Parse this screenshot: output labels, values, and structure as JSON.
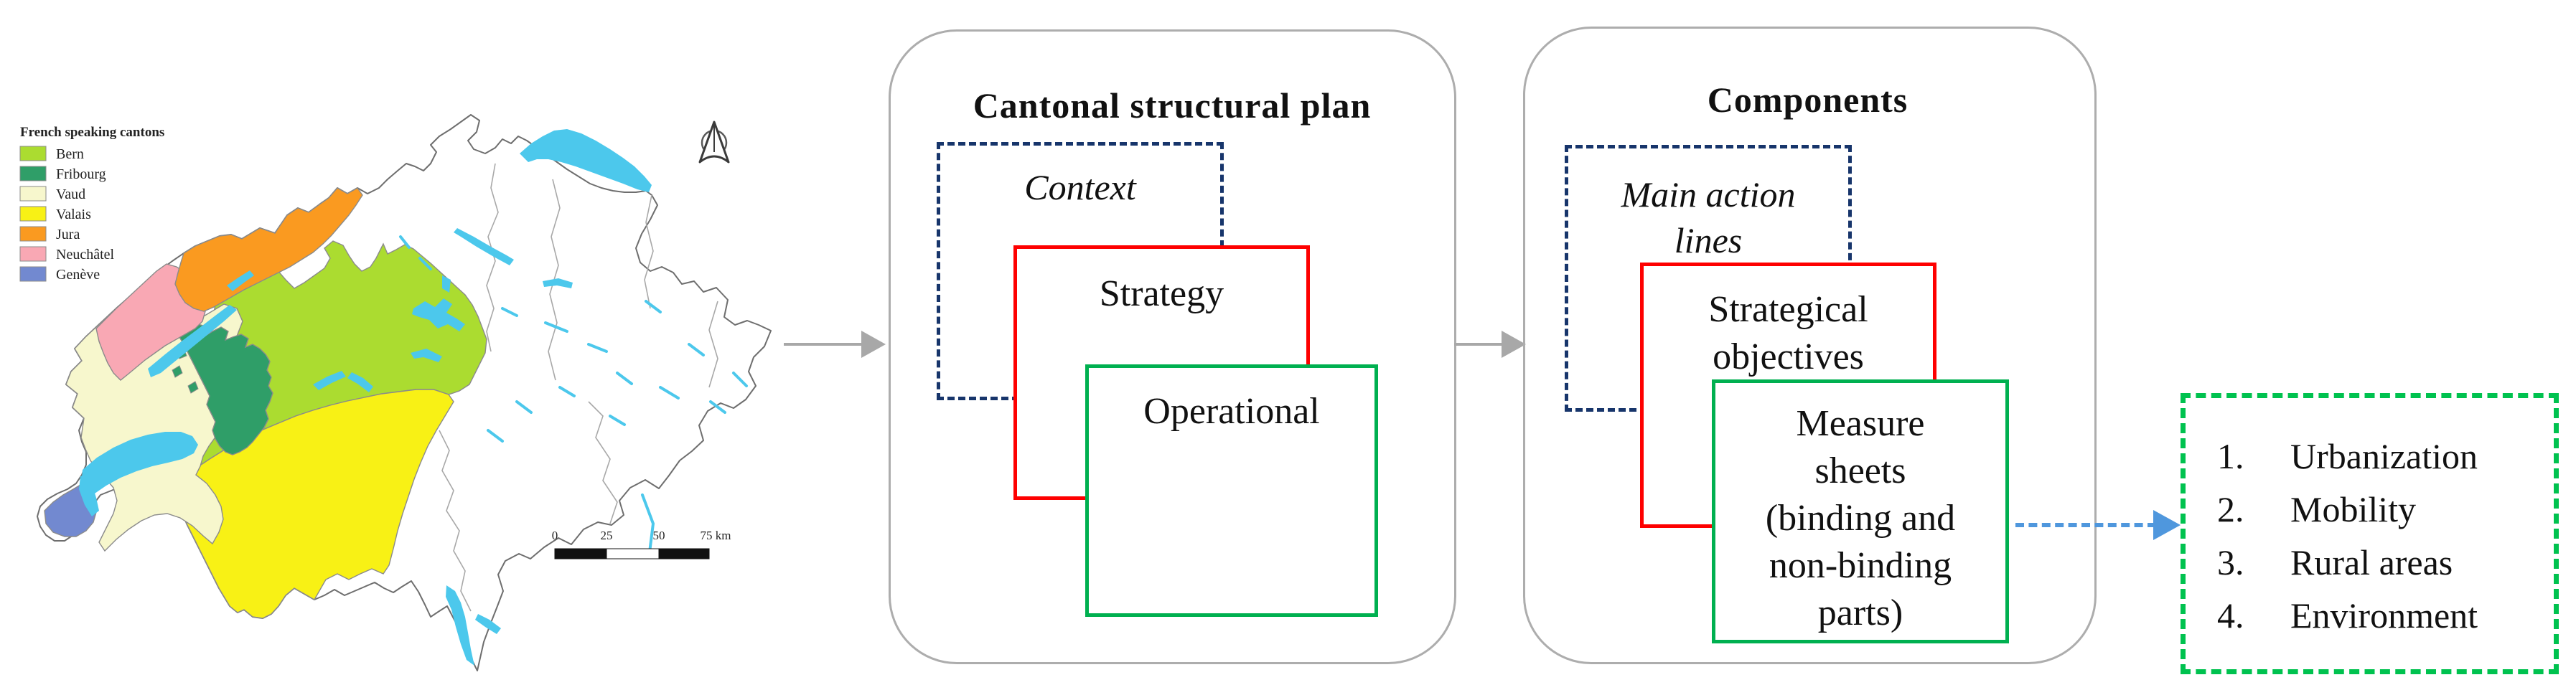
{
  "map": {
    "legend_title": "French speaking cantons",
    "legend": [
      {
        "name": "Bern",
        "color": "#abdc30"
      },
      {
        "name": "Fribourg",
        "color": "#2f9e68"
      },
      {
        "name": "Vaud",
        "color": "#f7f7cd"
      },
      {
        "name": "Valais",
        "color": "#f8f115"
      },
      {
        "name": "Jura",
        "color": "#fa9a20"
      },
      {
        "name": "Neuchâtel",
        "color": "#f9a8b4"
      },
      {
        "name": "Genève",
        "color": "#7289d0"
      }
    ],
    "lake_color": "#4cc8ec",
    "outline_color": "#6e6e6e",
    "scalebar_labels": [
      "0",
      "25",
      "50",
      "75 km"
    ]
  },
  "flow": {
    "plan": {
      "title": "Cantonal structural plan",
      "context": "Context",
      "strategy": "Strategy",
      "operational": "Operational"
    },
    "components": {
      "title": "Components",
      "main_action": "Main action\nlines",
      "strategic": "Strategical\nobjectives",
      "measure": "Measure\nsheets\n(binding and\nnon-binding\nparts)"
    },
    "themes": {
      "items": [
        {
          "num": "1.",
          "label": "Urbanization"
        },
        {
          "num": "2.",
          "label": "Mobility"
        },
        {
          "num": "3.",
          "label": "Rural areas"
        },
        {
          "num": "4.",
          "label": "Environment"
        }
      ]
    },
    "colors": {
      "dashed_box": "#17356b",
      "strategy_box": "#fe0000",
      "operational_box": "#00b050",
      "themes_box": "#00c24f",
      "container_border": "#adadad",
      "link_arrow": "#a8a8a8",
      "measure_link_arrow": "#4f97dd"
    }
  }
}
